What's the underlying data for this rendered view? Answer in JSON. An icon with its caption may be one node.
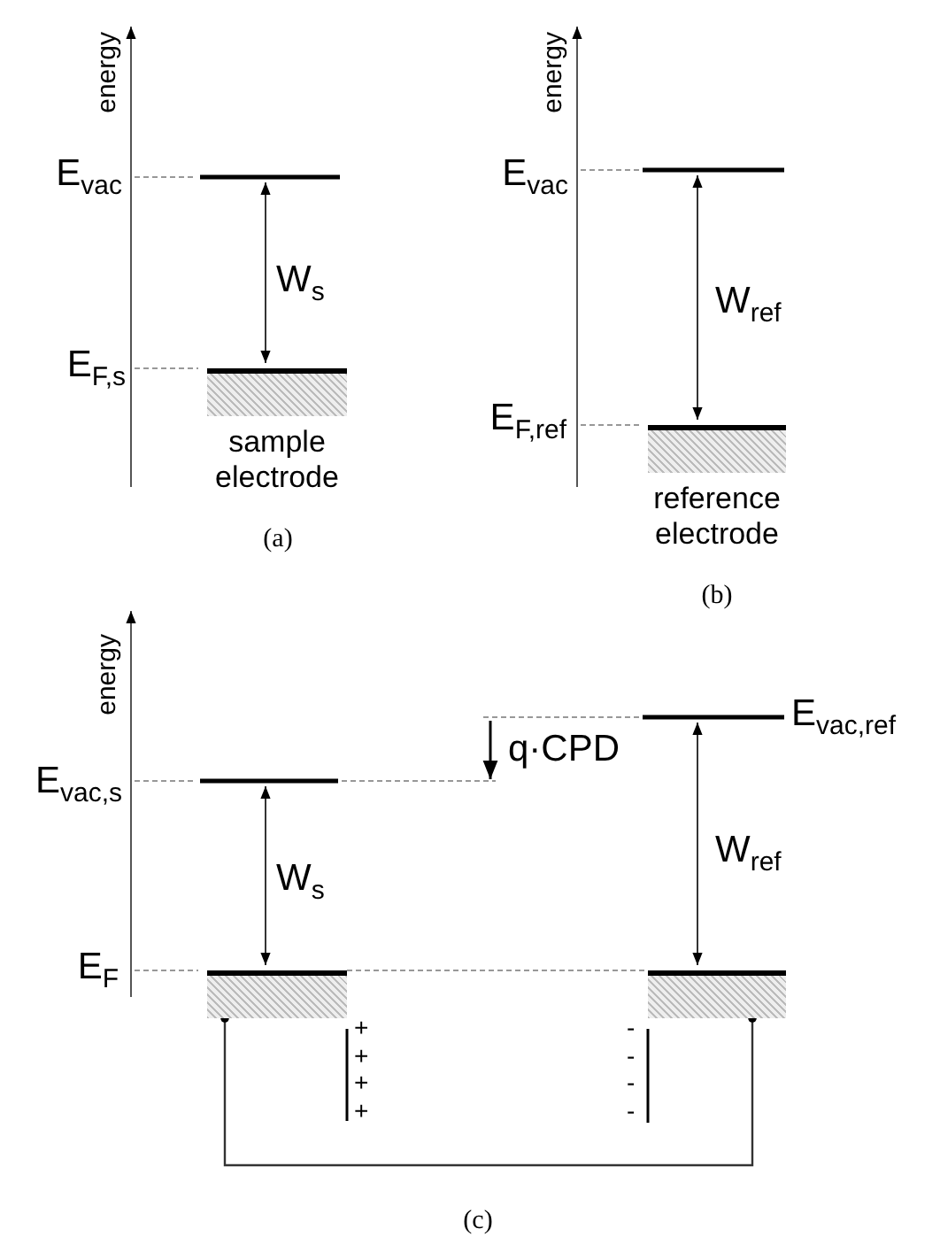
{
  "diagram": {
    "nodes": [
      {
        "text": [
          "sample electrode"
        ],
        "beside": [
          "E$_{F,s}$"
        ]
      },
      {
        "text": [
          "reference electrode"
        ],
        "beside": [
          "E$_{F,ref}$"
        ]
      },
      {
        "text": [],
        "shape": "box",
        "beside": [
          "E$_{F}$",
          "+",
          "+",
          "+",
          "+"
        ]
      },
      {
        "text": [],
        "shape": "box",
        "beside": [
          "-",
          "-",
          "-",
          "-"
        ]
      }
    ],
    "edges": [
      {
        "from": 2,
        "to": 3,
        "arrow": "other"
      },
      {
        "from": 2,
        "to": 3,
        "arrow": "none",
        "style": "dashed"
      }
    ],
    "labels": [
      "energy",
      "E$_{vac}$",
      "W$_{s}$",
      "(a)",
      "energy",
      "E$_{vac}$",
      "W$_{ref}$",
      "(b)",
      "energy",
      "q·CPD",
      "E$_{vac,ref}$",
      "E$_{vac,s}$",
      "W$_{s}$",
      "W$_{ref}$",
      "(c)"
    ]
  }
}
